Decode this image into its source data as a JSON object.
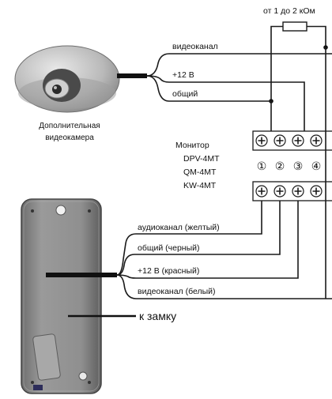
{
  "resistor_label": "от 1 до 2 кОм",
  "camera": {
    "caption_line1": "Дополнительная",
    "caption_line2": "видеокамера",
    "wires": [
      "видеоканал",
      "+12 В",
      "общий"
    ]
  },
  "monitor": {
    "title": "Монитор",
    "models": [
      "DPV-4MT",
      "QM-4MT",
      "KW-4MT"
    ],
    "terminal_numbers": [
      "①",
      "②",
      "③",
      "④"
    ]
  },
  "panel": {
    "wires": [
      "аудиоканал (желтый)",
      "общий (черный)",
      "+12 В (красный)",
      "видеоканал (белый)"
    ],
    "lock_label": "к замку"
  },
  "colors": {
    "device_fill": "#8c8c8c",
    "line": "#1a1a1a"
  }
}
